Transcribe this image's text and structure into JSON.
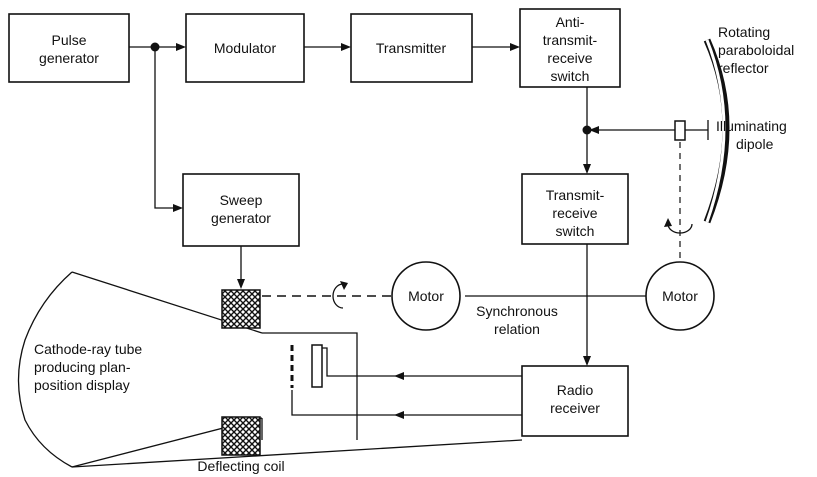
{
  "blocks": {
    "pulse_generator": [
      "Pulse",
      "generator"
    ],
    "modulator": [
      "Modulator"
    ],
    "transmitter": [
      "Transmitter"
    ],
    "atr_switch": [
      "Anti-",
      "transmit-",
      "receive",
      "switch"
    ],
    "sweep_generator": [
      "Sweep",
      "generator"
    ],
    "tr_switch": [
      "Transmit-",
      "receive",
      "switch"
    ],
    "radio_receiver": [
      "Radio",
      "receiver"
    ],
    "motor_left": [
      "Motor"
    ],
    "motor_right": [
      "Motor"
    ]
  },
  "labels": {
    "reflector": [
      "Rotating",
      "paraboloidal",
      "reflector"
    ],
    "dipole": [
      "Illuminating",
      "dipole"
    ],
    "synchronous": [
      "Synchronous",
      "relation"
    ],
    "crt": [
      "Cathode-ray tube",
      "producing plan-",
      "position display"
    ],
    "deflecting_coil": [
      "Deflecting coil"
    ]
  }
}
